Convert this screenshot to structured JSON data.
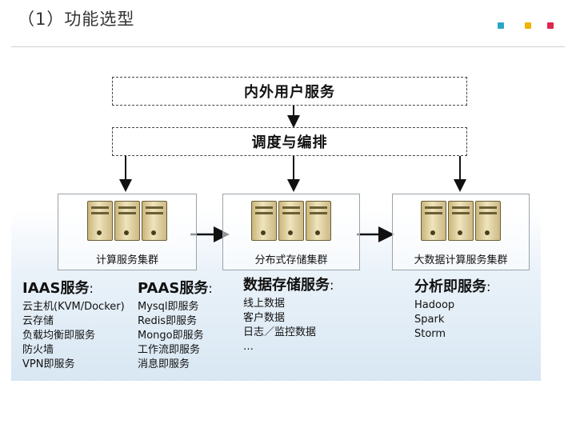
{
  "slide": {
    "title": "（1）功能选型",
    "accent_colors": [
      "#2aa6c9",
      "#f0b400",
      "#e0244e"
    ]
  },
  "diagram": {
    "top_box": "内外用户服务",
    "middle_box": "调度与编排",
    "clusters": [
      {
        "label": "计算服务集群",
        "icon": "server-rack-icon"
      },
      {
        "label": "分布式存储集群",
        "icon": "server-rack-icon"
      },
      {
        "label": "大数据计算服务集群",
        "icon": "server-rack-icon"
      }
    ],
    "groups": [
      {
        "title": "IAAS服务",
        "suffix": ":",
        "items": [
          "云主机(KVM/Docker)",
          "云存储",
          "负载均衡即服务",
          "防火墙",
          "VPN即服务"
        ]
      },
      {
        "title": "PAAS服务",
        "suffix": ":",
        "items": [
          "Mysql即服务",
          "Redis即服务",
          "Mongo即服务",
          "工作流即服务",
          "消息即服务"
        ]
      },
      {
        "title": "数据存储服务",
        "suffix": ":",
        "items": [
          "线上数据",
          "客户数据",
          "日志／监控数据",
          "…"
        ]
      },
      {
        "title": "分析即服务",
        "suffix": ":",
        "items": [
          "Hadoop",
          "Spark",
          "Storm"
        ]
      }
    ]
  }
}
